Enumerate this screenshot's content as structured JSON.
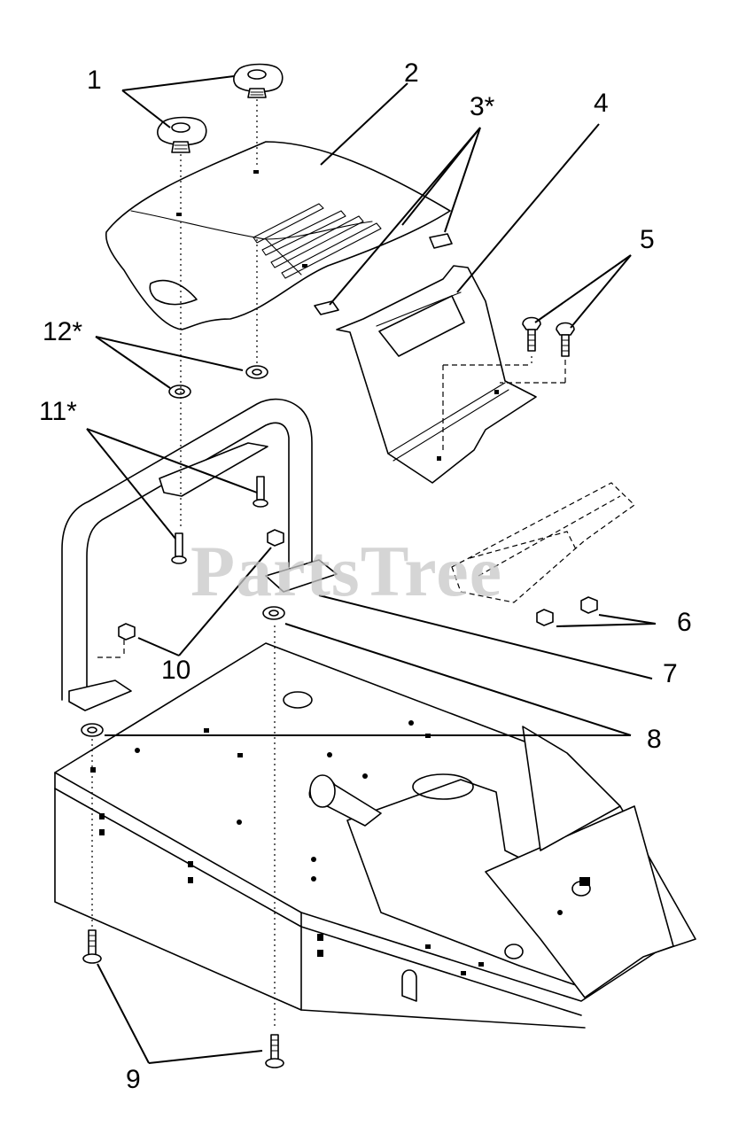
{
  "watermark": "PartsTree",
  "callouts": [
    {
      "id": "1",
      "text": "1"
    },
    {
      "id": "2",
      "text": "2"
    },
    {
      "id": "3",
      "text": "3*"
    },
    {
      "id": "4",
      "text": "4"
    },
    {
      "id": "5",
      "text": "5"
    },
    {
      "id": "6",
      "text": "6"
    },
    {
      "id": "7",
      "text": "7"
    },
    {
      "id": "8",
      "text": "8"
    },
    {
      "id": "9",
      "text": "9"
    },
    {
      "id": "10",
      "text": "10"
    },
    {
      "id": "11",
      "text": "11*"
    },
    {
      "id": "12",
      "text": "12*"
    }
  ],
  "colors": {
    "line": "#000000",
    "background": "#ffffff",
    "watermark": "#c8c8c8"
  }
}
